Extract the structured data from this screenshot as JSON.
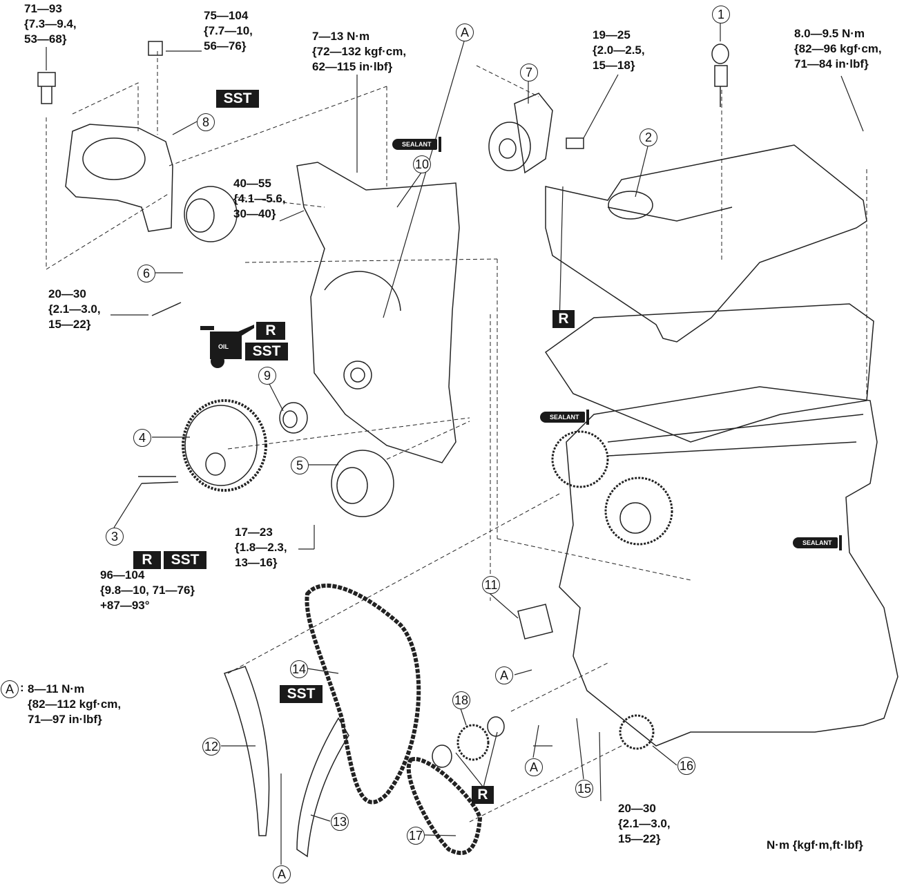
{
  "callouts": {
    "c1": "1",
    "c2": "2",
    "c3": "3",
    "c4": "4",
    "c5": "5",
    "c6": "6",
    "c7": "7",
    "c8": "8",
    "c9": "9",
    "c10": "10",
    "c11": "11",
    "c12": "12",
    "c13": "13",
    "c14": "14",
    "c15": "15",
    "c16": "16",
    "c17": "17",
    "c18": "18",
    "a": "A"
  },
  "torques": {
    "t1": [
      "71—93",
      "{7.3—9.4,",
      "53—68}"
    ],
    "t2": [
      "75—104",
      "{7.7—10,",
      "56—76}"
    ],
    "t3": [
      "7—13 N·m",
      "{72—132 kgf·cm,",
      "62—115 in·lbf}"
    ],
    "t4": [
      "19—25",
      "{2.0—2.5,",
      "15—18}"
    ],
    "t5": [
      "8.0—9.5 N·m",
      "{82—96 kgf·cm,",
      "71—84 in·lbf}"
    ],
    "t6": [
      "40—55",
      "{4.1—5.6,",
      "30—40}"
    ],
    "t7": [
      "20—30",
      "{2.1—3.0,",
      "15—22}"
    ],
    "t8": [
      "17—23",
      "{1.8—2.3,",
      "13—16}"
    ],
    "t9": [
      "96—104",
      "{9.8—10, 71—76}",
      "+87—93°"
    ],
    "t10": [
      "20—30",
      "{2.1—3.0,",
      "15—22}"
    ]
  },
  "legend_a": {
    "prefix": ":",
    "lines": [
      "8—11 N·m",
      "{82—112 kgf·cm,",
      "71—97 in·lbf}"
    ]
  },
  "units_note": "N·m {kgf·m,ft·lbf}",
  "badges": {
    "sst": "SST",
    "r": "R"
  },
  "sealant": "SEALANT",
  "oil": "OIL",
  "icons": [
    "oil-can-icon",
    "sealant-tube-icon"
  ]
}
